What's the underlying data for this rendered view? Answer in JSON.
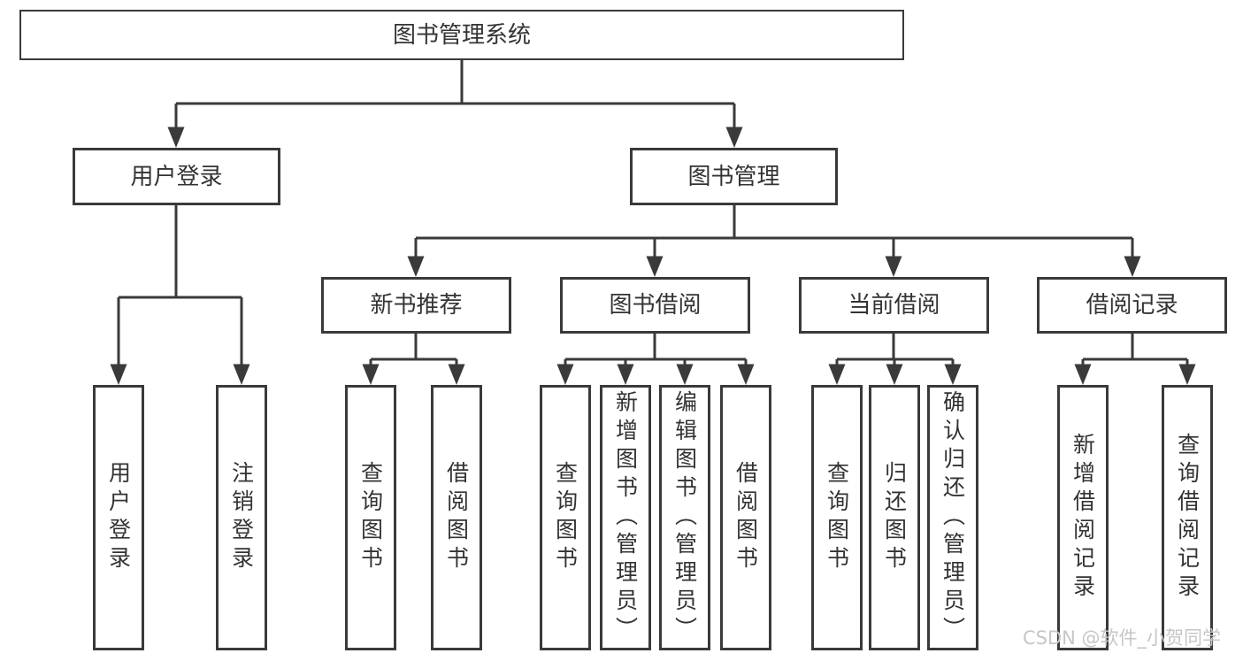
{
  "tree": {
    "root": "图书管理系统",
    "branches": [
      {
        "label": "用户登录",
        "children": [
          "用户登录",
          "注销登录"
        ]
      },
      {
        "label": "图书管理",
        "sections": [
          {
            "label": "新书推荐",
            "children": [
              "查询图书",
              "借阅图书"
            ]
          },
          {
            "label": "图书借阅",
            "children": [
              "查询图书",
              "新增图书（管理员）",
              "编辑图书（管理员）",
              "借阅图书"
            ]
          },
          {
            "label": "当前借阅",
            "children": [
              "查询图书",
              "归还图书",
              "确认归还（管理员）"
            ]
          },
          {
            "label": "借阅记录",
            "children": [
              "新增借阅记录",
              "查询借阅记录"
            ]
          }
        ]
      }
    ]
  },
  "watermark": "CSDN @软件_小贺同学",
  "colors": {
    "line": "#3a3a3a",
    "text": "#333333",
    "watermark": "#c6c6c6",
    "background": "#ffffff"
  }
}
